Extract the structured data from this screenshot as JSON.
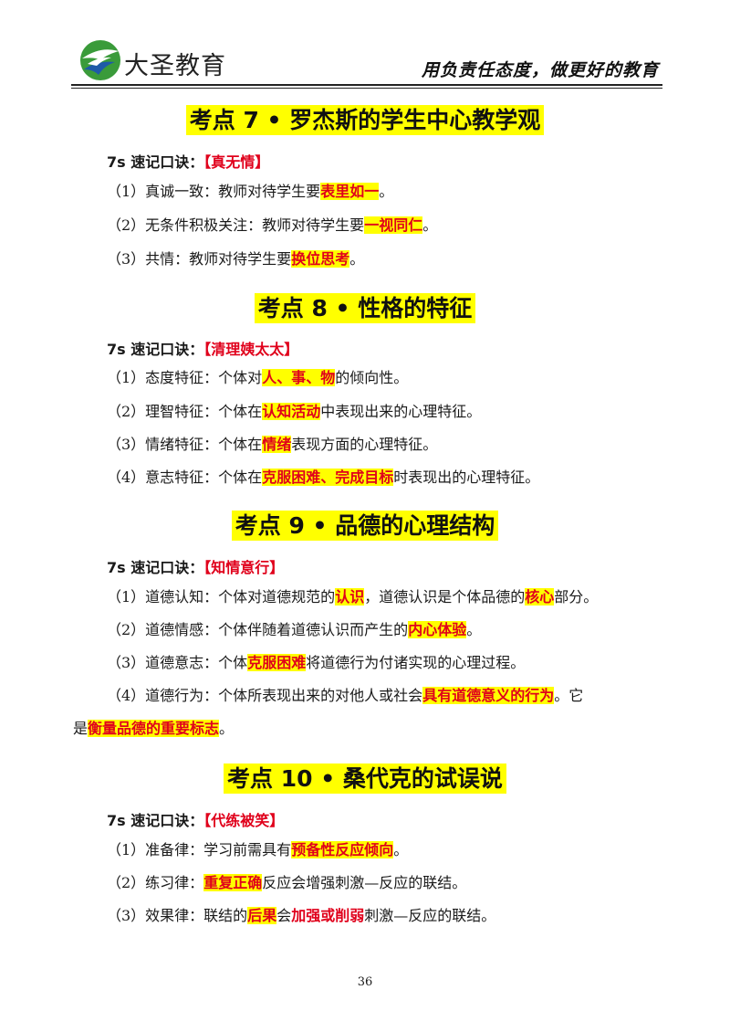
{
  "header": {
    "brand": "大圣教育",
    "slogan": "用负责任态度，做更好的教育"
  },
  "sections": [
    {
      "title": "考点 7 • 罗杰斯的学生中心教学观",
      "mnemonic_prefix": "7s 速记口诀：",
      "mnemonic_key": "【真无情】",
      "items": [
        {
          "pre": "（1）真诚一致：教师对待学生要",
          "hl": "表里如一",
          "post": "。"
        },
        {
          "pre": "（2）无条件积极关注：教师对待学生要",
          "hl": "一视同仁",
          "post": "。"
        },
        {
          "pre": "（3）共情：教师对待学生要",
          "hl": "换位思考",
          "post": "。"
        }
      ]
    },
    {
      "title": "考点 8 • 性格的特征",
      "mnemonic_prefix": "7s 速记口诀：",
      "mnemonic_key": "【清理姨太太】",
      "items": [
        {
          "pre": "（1）态度特征：个体对",
          "hl": "人、事、物",
          "post": "的倾向性。"
        },
        {
          "pre": "（2）理智特征：个体在",
          "hl": "认知活动",
          "post": "中表现出来的心理特征。"
        },
        {
          "pre": "（3）情绪特征：个体在",
          "hl": "情绪",
          "post": "表现方面的心理特征。"
        },
        {
          "pre": "（4）意志特征：个体在",
          "hl": "克服困难、完成目标",
          "post": "时表现出的心理特征。"
        }
      ]
    },
    {
      "title": "考点 9 • 品德的心理结构",
      "mnemonic_prefix": "7s 速记口诀：",
      "mnemonic_key": "【知情意行】",
      "items": [
        {
          "pre": "（1）道德认知：个体对道德规范的",
          "hl": "认识",
          "mid": "，道德认识是个体品德的",
          "hl2": "核心",
          "post": "部分。"
        },
        {
          "pre": "（2）道德情感：个体伴随着道德认识而产生的",
          "hl": "内心体验",
          "post": "。"
        },
        {
          "pre": "（3）道德意志：个体",
          "hl": "克服困难",
          "post": "将道德行为付诸实现的心理过程。"
        },
        {
          "pre": "（4）道德行为：个体所表现出来的对他人或社会",
          "hl": "具有道德意义的行为",
          "post": "。它",
          "cont_pre": "是",
          "cont_hl": "衡量品德的重要标志",
          "cont_post": "。"
        }
      ]
    },
    {
      "title": "考点 10 • 桑代克的试误说",
      "mnemonic_prefix": "7s 速记口诀：",
      "mnemonic_key": "【代练被笑】",
      "items": [
        {
          "pre": "（1）准备律：学习前需具有",
          "hl": "预备性反应倾向",
          "post": "。"
        },
        {
          "pre": "（2）练习律：",
          "hl": "重复正确",
          "post": "反应会增强刺激—反应的联结。"
        },
        {
          "pre": "（3）效果律：联结的",
          "hl": "后果",
          "mid": "会",
          "red": "加强或削弱",
          "post": "刺激—反应的联结。"
        }
      ]
    }
  ],
  "page_number": "36"
}
